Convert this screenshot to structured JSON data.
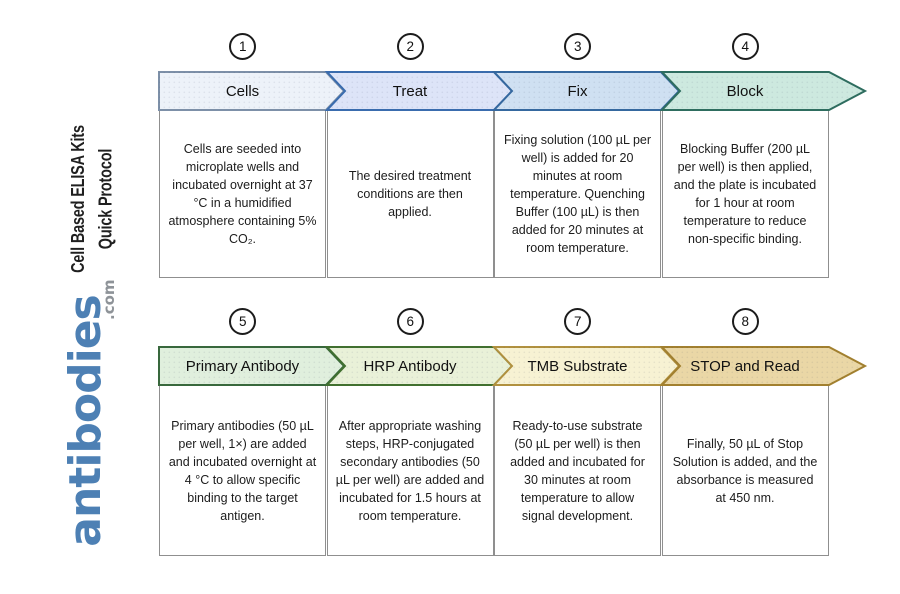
{
  "page": {
    "background": "#ffffff"
  },
  "sidebar": {
    "title_line1": "Cell Based ELISA Kits",
    "title_line2": "Quick Protocol",
    "title_color": "#1f1f1f",
    "logo_text": "antibodies",
    "logo_suffix": ".com",
    "logo_color": "#4d80b4",
    "logo_suffix_color": "#8e9398"
  },
  "diagram": {
    "number_circle_color": "#1c1c1c",
    "box_border_color": "#8f8f8f",
    "text_color": "#1c1c1c",
    "steps": [
      {
        "number": "1",
        "label": "Cells",
        "description": "Cells are seeded into microplate wells and incubated overnight at 37 °C in a humidified atmosphere containing 5% CO₂.",
        "fill": "#edf2f9",
        "border": "#7d90a8"
      },
      {
        "number": "2",
        "label": "Treat",
        "description": "The desired treatment conditions are then applied.",
        "fill": "#dde4f8",
        "border": "#3a6cae"
      },
      {
        "number": "3",
        "label": "Fix",
        "description": "Fixing solution (100 µL per well) is added for 20 minutes at room temperature. Quenching Buffer (100 µL) is then added for 20 minutes at room temperature.",
        "fill": "#cfe0f2",
        "border": "#35689f"
      },
      {
        "number": "4",
        "label": "Block",
        "description": "Blocking Buffer (200 µL per well) is then applied, and the plate is incubated for 1 hour at room temperature to reduce non-specific binding.",
        "fill": "#cde9df",
        "border": "#2e6d5f"
      },
      {
        "number": "5",
        "label": "Primary Antibody",
        "description": "Primary antibodies (50 µL per well, 1×) are added and incubated overnight at 4 °C to allow specific binding to the target antigen.",
        "fill": "#e0efdd",
        "border": "#38683c"
      },
      {
        "number": "6",
        "label": "HRP Antibody",
        "description": "After appropriate washing steps, HRP-conjugated secondary antibodies (50 µL per well) are added and incubated for 1.5 hours at room temperature.",
        "fill": "#e9f1d8",
        "border": "#41702f"
      },
      {
        "number": "7",
        "label": "TMB Substrate",
        "description": "Ready-to-use substrate (50 µL per well) is then added and incubated for 30 minutes at room temperature to allow signal development.",
        "fill": "#f7f2d3",
        "border": "#b1913f"
      },
      {
        "number": "8",
        "label": "STOP and Read",
        "description": "Finally, 50 µL of Stop Solution is added, and the absorbance is measured at 450 nm.",
        "fill": "#ead7a6",
        "border": "#a2802f"
      }
    ]
  }
}
